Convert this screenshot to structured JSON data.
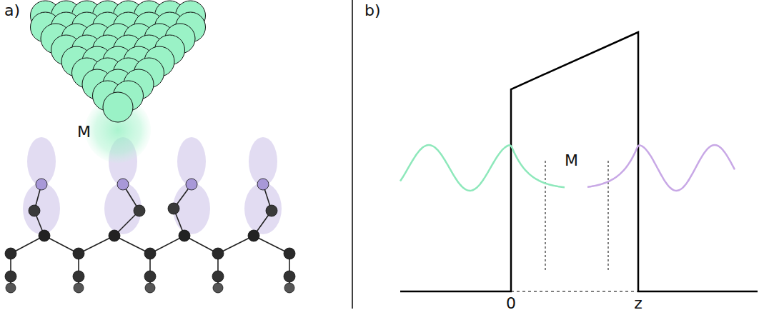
{
  "diagram": {
    "labels": [
      "a)",
      "M",
      "b)",
      "M",
      "0",
      "z"
    ]
  }
}
